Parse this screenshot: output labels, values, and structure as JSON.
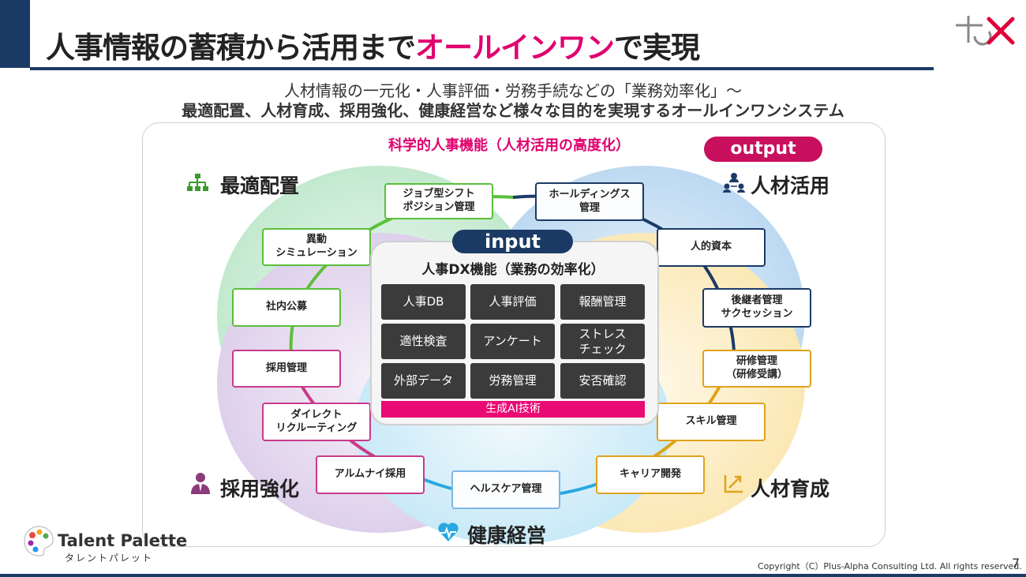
{
  "header": {
    "title_prefix": "人事情報の蓄積から活用まで",
    "title_highlight": "オールインワン",
    "title_suffix": "で実現",
    "subtitle_line1": "人材情報の一元化・人事評価・労務手続などの「業務効率化」〜",
    "subtitle_line2": "最適配置、人材育成、採用強化、健康経営など様々な目的を実現するオールインワンシステム"
  },
  "diagram": {
    "top_label": "科学的人事機能（人材活用の高度化）",
    "output_label": "output",
    "input_label": "input",
    "core_title": "人事DX機能（業務の効率化）",
    "core_cells": [
      "人事DB",
      "人事評価",
      "報酬管理",
      "適性検査",
      "アンケート",
      "ストレス\nチェック",
      "外部データ",
      "労務管理",
      "安否確認"
    ],
    "genai_label": "生成AI技術",
    "quadrants": {
      "top_left": "最適配置",
      "top_right": "人材活用",
      "bottom_left": "採用強化",
      "bottom_right": "人材育成",
      "bottom": "健康経営"
    },
    "nodes": {
      "job": "ジョブ型シフト\nポジション管理",
      "idou": "異動\nシミュレーション",
      "koubo": "社内公募",
      "hd": "ホールディングス\n管理",
      "jinteki": "人的資本",
      "kokei": "後継者管理\nサクセッション",
      "kenshu": "研修管理\n（研修受講）",
      "skill": "スキル管理",
      "career": "キャリア開発",
      "health": "ヘルスケア管理",
      "saiyou": "採用管理",
      "direct": "ダイレクト\nリクルーティング",
      "alumni": "アルムナイ採用"
    }
  },
  "footer": {
    "logo_text": "Talent Palette",
    "logo_kana": "タレントパレット",
    "copyright": "Copyright（C）Plus-Alpha  Consulting Ltd. All rights reserved.",
    "page_number": "7"
  },
  "colors": {
    "navy": "#1b3a66",
    "accent_pink": "#e0006f",
    "green": "#5cbf3a",
    "blue": "#1b3a66",
    "yellow": "#e0a21a",
    "purple": "#c93a8a",
    "light_blue": "#7bb7e6"
  },
  "icons": {
    "top_left": "org-chart-icon",
    "top_right": "people-network-icon",
    "bottom_left": "business-person-icon",
    "bottom_right": "growth-chart-icon",
    "bottom": "heartbeat-icon",
    "brand": "brand-mark-icon",
    "logo": "palette-logo-icon"
  }
}
